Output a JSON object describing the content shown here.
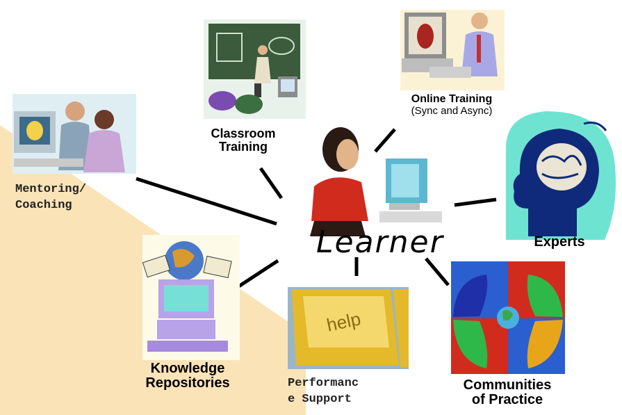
{
  "center": {
    "label": "Learner"
  },
  "nodes": {
    "classroom": {
      "line1": "Classroom",
      "line2": "Training"
    },
    "online": {
      "title": "Online Training",
      "subtitle": "(Sync and Async)"
    },
    "mentoring": {
      "line1": "Mentoring/",
      "line2": "Coaching"
    },
    "experts": {
      "label": "Experts"
    },
    "knowledge": {
      "line1": "Knowledge",
      "line2": "Repositories"
    },
    "performance": {
      "line1": "Performanc",
      "line2": "e Support"
    },
    "communities": {
      "line1": "Communities",
      "line2": "of Practice"
    },
    "help_key": {
      "label": "help"
    }
  },
  "colors": {
    "wedge": "#fbe3b8",
    "text": "#000000",
    "teal": "#6fe3d2",
    "navy": "#0f2a7a"
  }
}
